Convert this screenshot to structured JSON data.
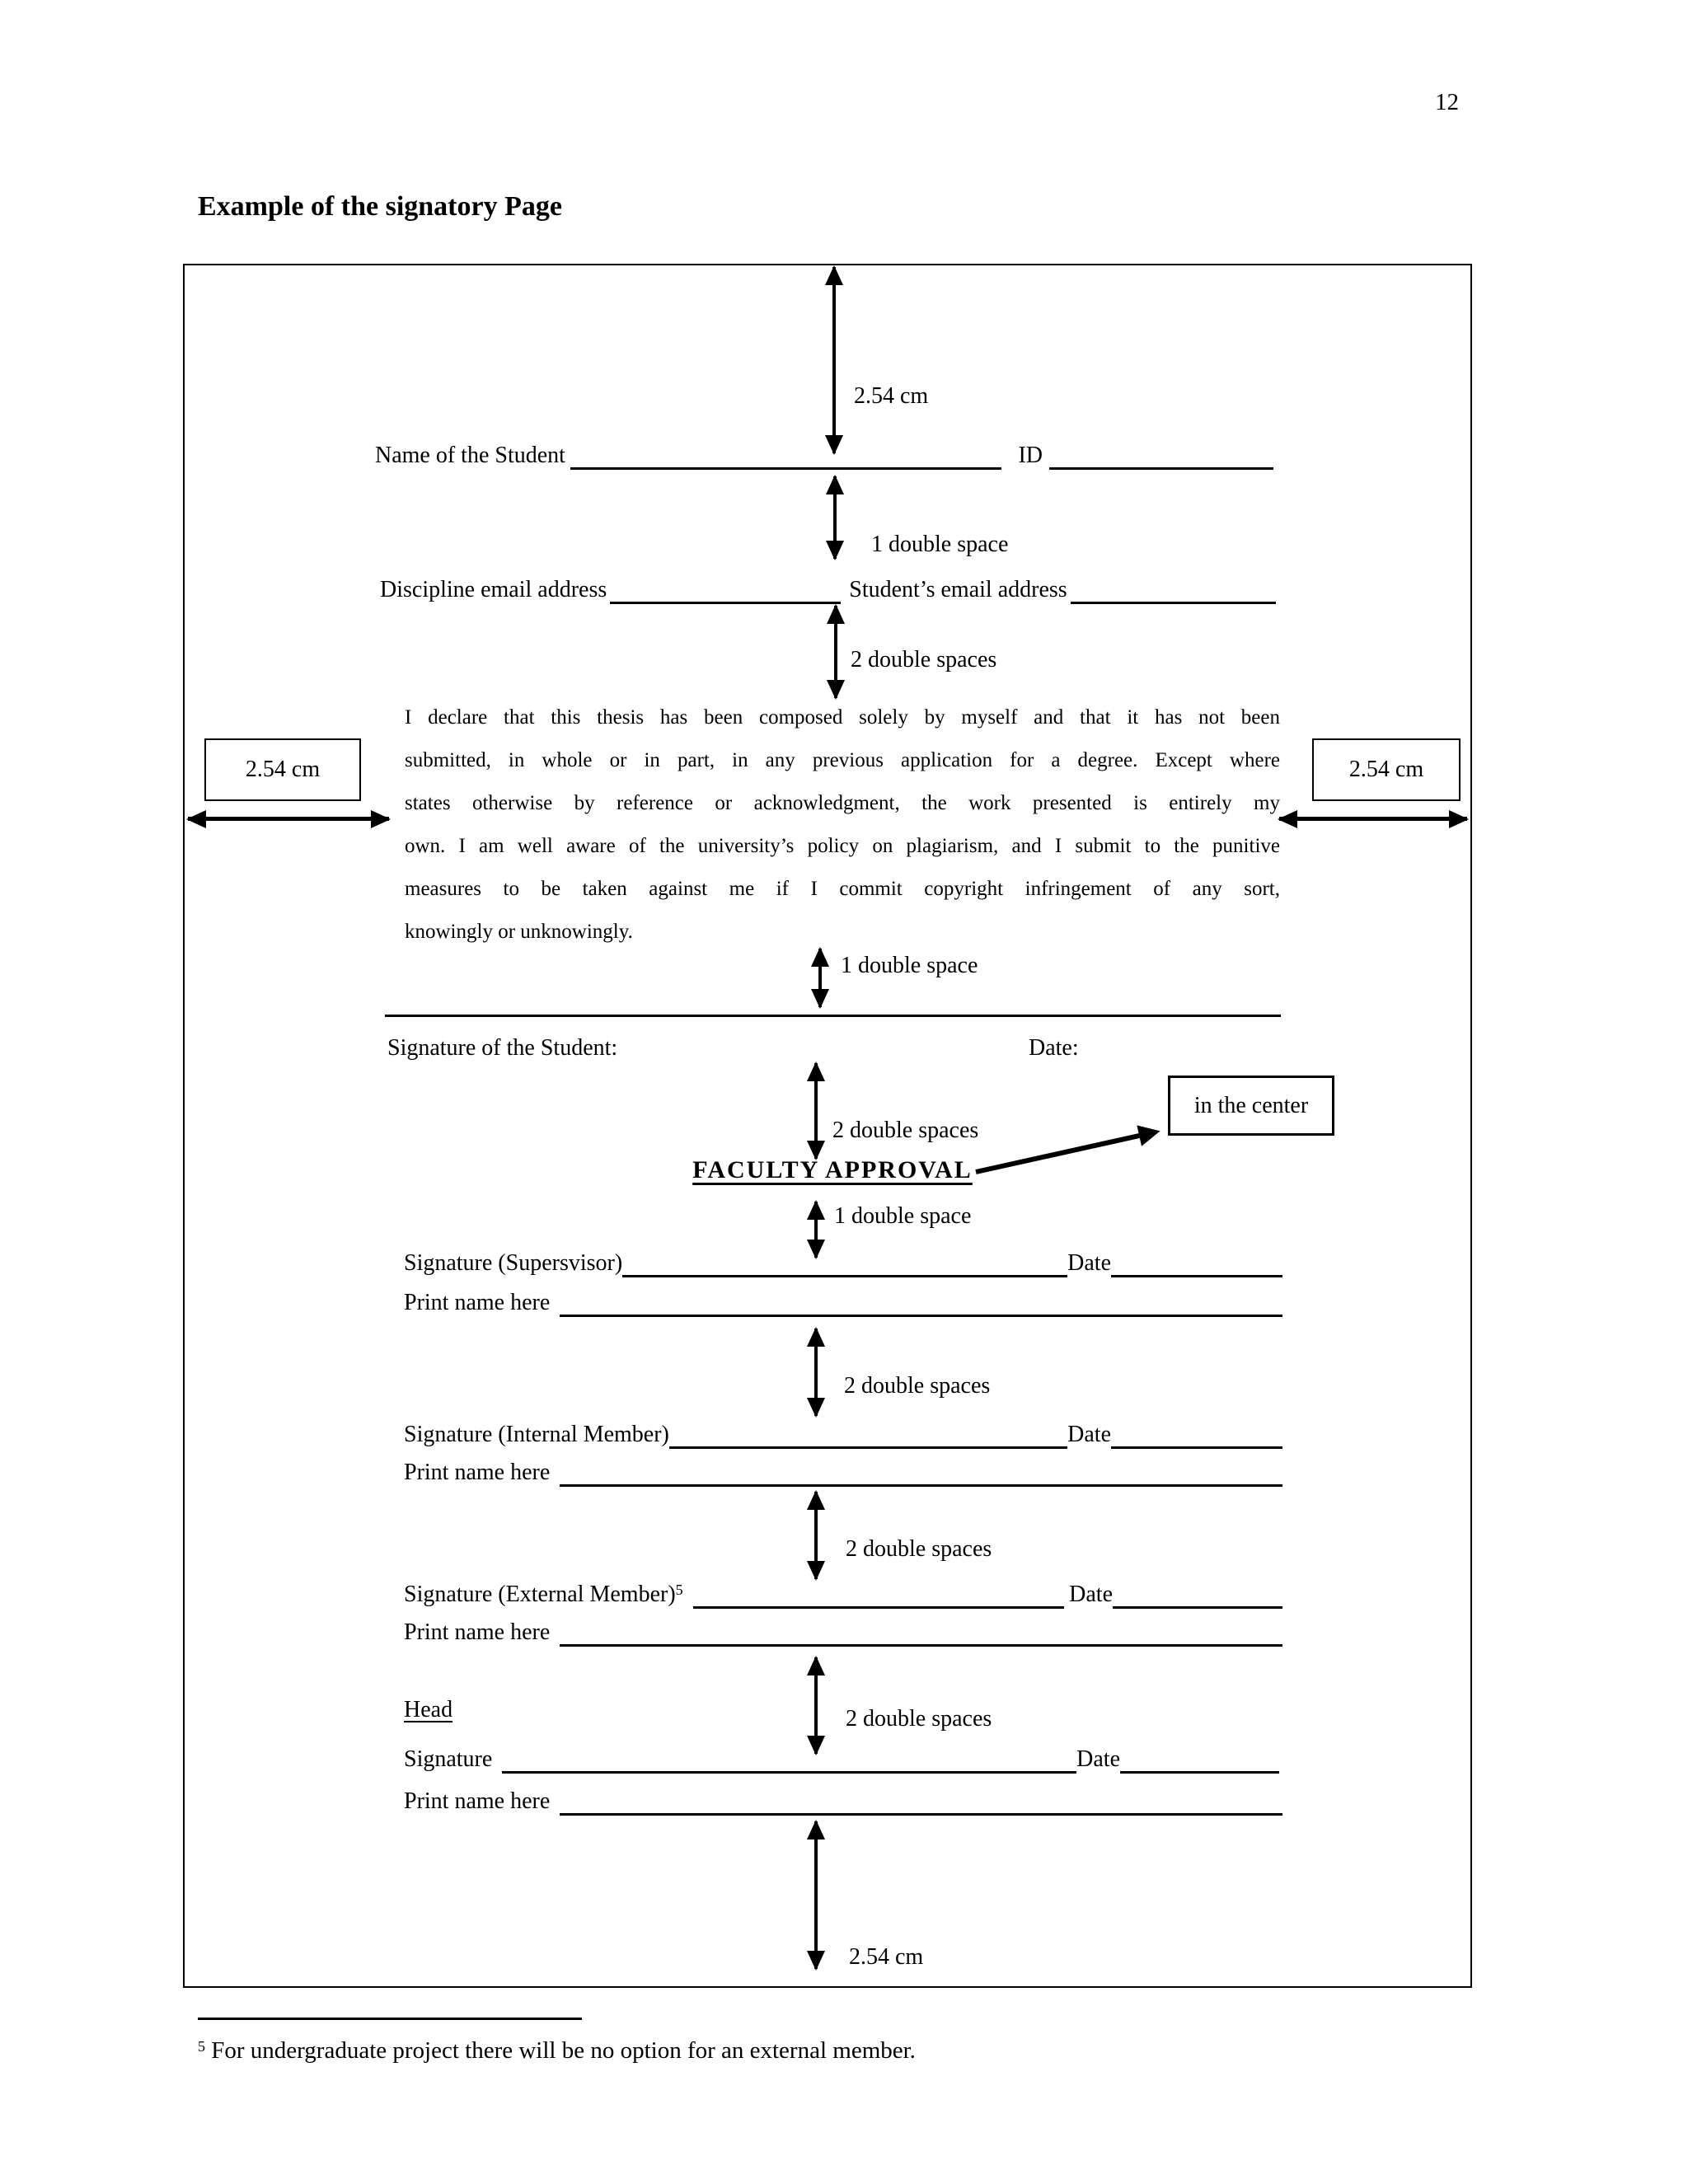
{
  "page": {
    "number": "12",
    "title": "Example of the signatory Page"
  },
  "labels": {
    "margin_top": "2.54 cm",
    "margin_left": "2.54 cm",
    "margin_right": "2.54 cm",
    "margin_bottom": "2.54 cm",
    "gap1": "1 double space",
    "gap2": "2 double spaces",
    "gap3": "1 double space",
    "gap4": "2 double spaces",
    "gap5": "1 double space",
    "gap6": "2 double spaces",
    "gap7": "2 double spaces",
    "gap8": "2 double spaces",
    "center_note": "in the center"
  },
  "form": {
    "name_label": "Name of the Student",
    "id_label": "ID",
    "discipline_email_label": "Discipline email address",
    "student_email_label": "Student’s email address",
    "declaration_lines": [
      "I declare that this thesis has been composed solely by myself and that it has not been",
      "submitted, in whole or in part, in any previous application for a degree. Except where",
      "states otherwise by reference or acknowledgment, the work presented is entirely my",
      "own. I am well aware of the university’s policy on plagiarism, and I submit to the punitive",
      "measures to be taken against me if I commit copyright infringement of any sort,",
      "knowingly or unknowingly."
    ],
    "student_signature_label": "Signature of the Student:",
    "student_date_label": "Date:",
    "faculty_heading": "FACULTY APPROVAL",
    "supervisor_label": "Signature (Supersvisor)",
    "internal_label": "Signature (Internal Member)",
    "external_label": "Signature (External Member)",
    "external_footnote_ref": "5",
    "head_heading": "Head",
    "head_signature_label": "Signature",
    "date_label": "Date",
    "print_name_label": "Print name here"
  },
  "footnote": {
    "ref": "5",
    "text": " For undergraduate project there will be no option for an external member."
  }
}
